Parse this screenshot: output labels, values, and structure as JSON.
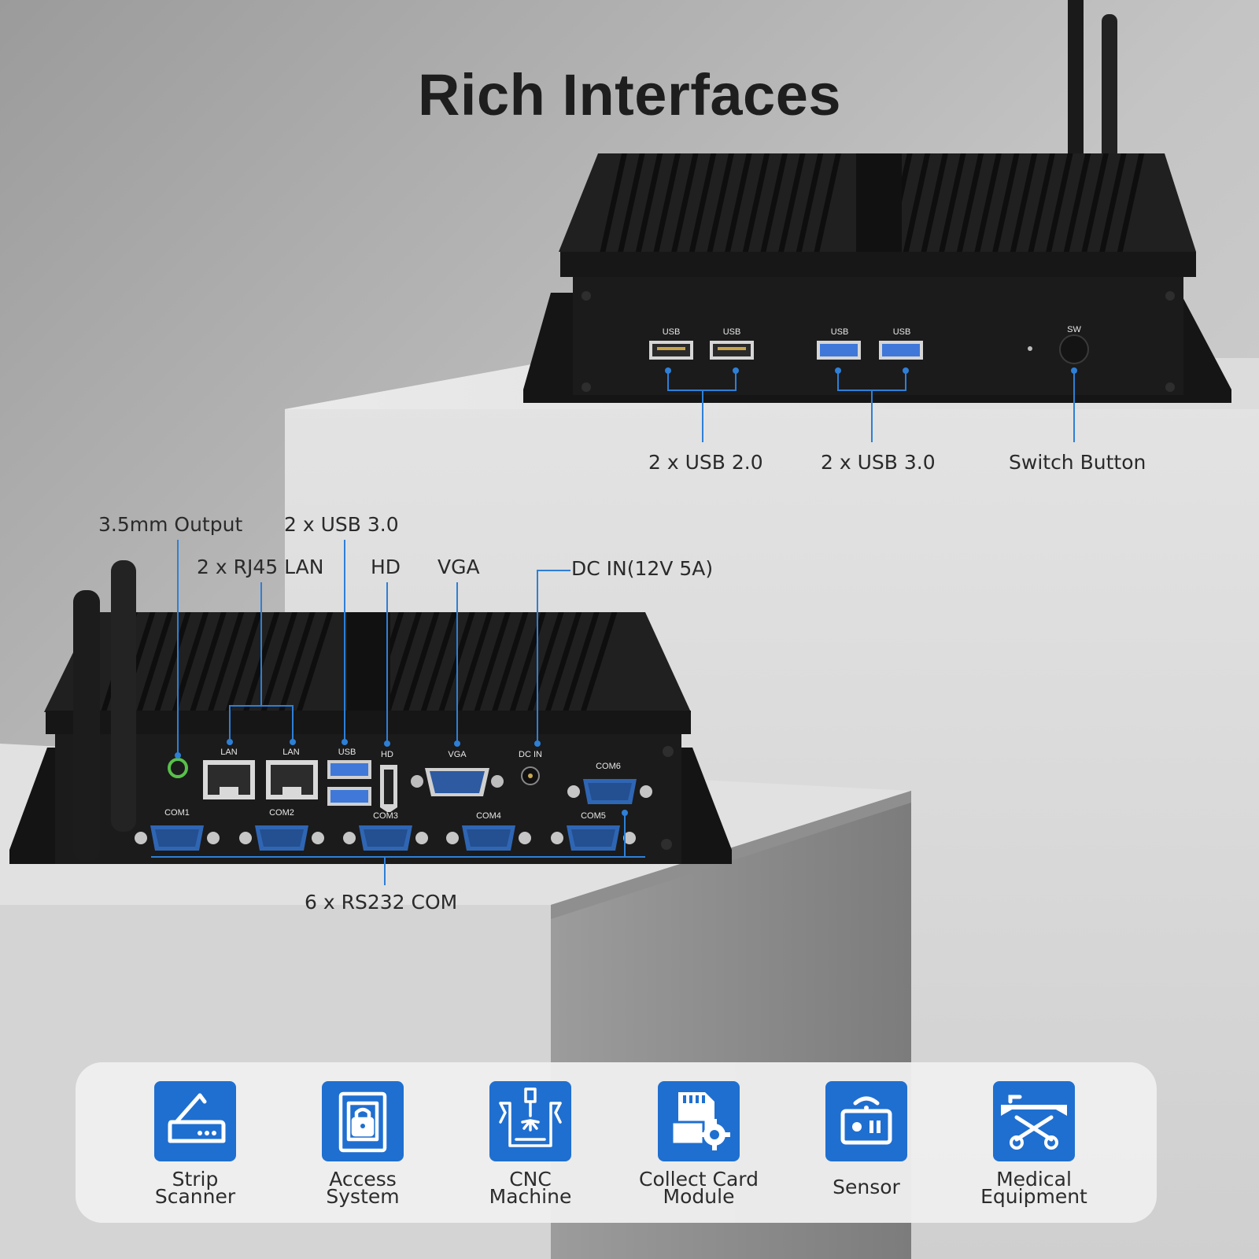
{
  "title": "Rich Interfaces",
  "top_unit": {
    "port_labels": [
      "USB",
      "USB",
      "USB",
      "USB",
      "SW"
    ],
    "callouts": {
      "usb20": "2 x USB 2.0",
      "usb30": "2 x USB 3.0",
      "switch": "Switch Button"
    }
  },
  "bottom_unit": {
    "port_labels": {
      "lan1": "LAN",
      "lan2": "LAN",
      "usb": "USB",
      "hd": "HD",
      "vga": "VGA",
      "dcin": "DC IN",
      "com1": "COM1",
      "com2": "COM2",
      "com3": "COM3",
      "com4": "COM4",
      "com5": "COM5",
      "com6": "COM6"
    },
    "callouts": {
      "audio": "3.5mm Output",
      "usb30": "2 x USB 3.0",
      "lan": "2 x RJ45 LAN",
      "hd": "HD",
      "vga": "VGA",
      "dcin": "DC IN(12V 5A)",
      "com": "6 x RS232 COM"
    }
  },
  "applications": [
    {
      "label": "Strip\nScanner",
      "icon": "scanner-icon"
    },
    {
      "label": "Access\nSystem",
      "icon": "lock-icon"
    },
    {
      "label": "CNC\nMachine",
      "icon": "cnc-icon"
    },
    {
      "label": "Collect Card\nModule",
      "icon": "card-module-icon"
    },
    {
      "label": "Sensor",
      "icon": "sensor-icon"
    },
    {
      "label": "Medical\nEquipment",
      "icon": "stretcher-icon"
    }
  ],
  "colors": {
    "accent": "#1f6fd0",
    "callout_line": "#2e7fd6",
    "chassis": "#1b1b1b",
    "port_blue": "#2f66b4"
  }
}
